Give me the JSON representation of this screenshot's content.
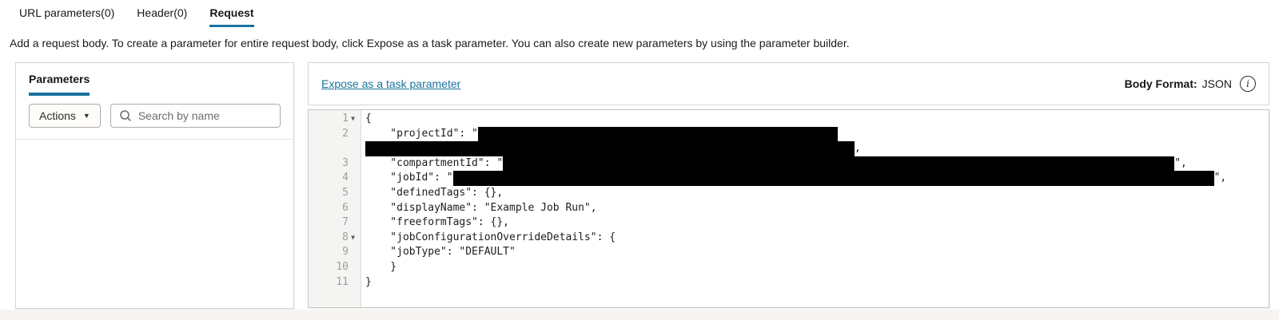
{
  "tabs": [
    {
      "label": "URL parameters(0)",
      "active": false
    },
    {
      "label": "Header(0)",
      "active": false
    },
    {
      "label": "Request",
      "active": true
    }
  ],
  "description": "Add a request body. To create a parameter for entire request body, click Expose as a task parameter. You can also create new parameters by using the parameter builder.",
  "parameters_panel": {
    "title": "Parameters",
    "actions_button_label": "Actions",
    "search_placeholder": "Search by name"
  },
  "request_body_header": {
    "expose_link": "Expose as a task parameter",
    "body_format_label": "Body Format:",
    "body_format_value": "JSON"
  },
  "code_editor": {
    "language": "JSON",
    "lines": [
      {
        "number": "1",
        "fold": true,
        "segments": [
          {
            "text": "{"
          }
        ]
      },
      {
        "number": "2",
        "fold": false,
        "segments": [
          {
            "text": "    \"projectId\": \""
          },
          {
            "redacted_width": 450
          }
        ]
      },
      {
        "number": "",
        "fold": false,
        "segments": [
          {
            "redacted_width": 612
          },
          {
            "text": ","
          }
        ]
      },
      {
        "number": "3",
        "fold": false,
        "segments": [
          {
            "text": "    \"compartmentId\": \""
          },
          {
            "redacted_width": 840
          },
          {
            "text": "\","
          }
        ]
      },
      {
        "number": "4",
        "fold": false,
        "segments": [
          {
            "text": "    \"jobId\": \""
          },
          {
            "redacted_width": 952
          },
          {
            "text": "\","
          }
        ]
      },
      {
        "number": "5",
        "fold": false,
        "segments": [
          {
            "text": "    \"definedTags\": {},"
          }
        ]
      },
      {
        "number": "6",
        "fold": false,
        "segments": [
          {
            "text": "    \"displayName\": \"Example Job Run\","
          }
        ]
      },
      {
        "number": "7",
        "fold": false,
        "segments": [
          {
            "text": "    \"freeformTags\": {},"
          }
        ]
      },
      {
        "number": "8",
        "fold": true,
        "segments": [
          {
            "text": "    \"jobConfigurationOverrideDetails\": {"
          }
        ]
      },
      {
        "number": "9",
        "fold": false,
        "segments": [
          {
            "text": "    \"jobType\": \"DEFAULT\""
          }
        ]
      },
      {
        "number": "10",
        "fold": false,
        "segments": [
          {
            "text": "    }"
          }
        ]
      },
      {
        "number": "11",
        "fold": false,
        "segments": [
          {
            "text": "}"
          }
        ]
      }
    ]
  },
  "icons": {
    "search": "search-icon",
    "caret_down": "chevron-down-icon",
    "info": "info-icon",
    "fold": "fold-arrow-icon"
  },
  "colors": {
    "accent": "#19739e",
    "redaction": "#000000",
    "gutter_background": "#f4f4f3",
    "line_number": "#a09e9b"
  }
}
